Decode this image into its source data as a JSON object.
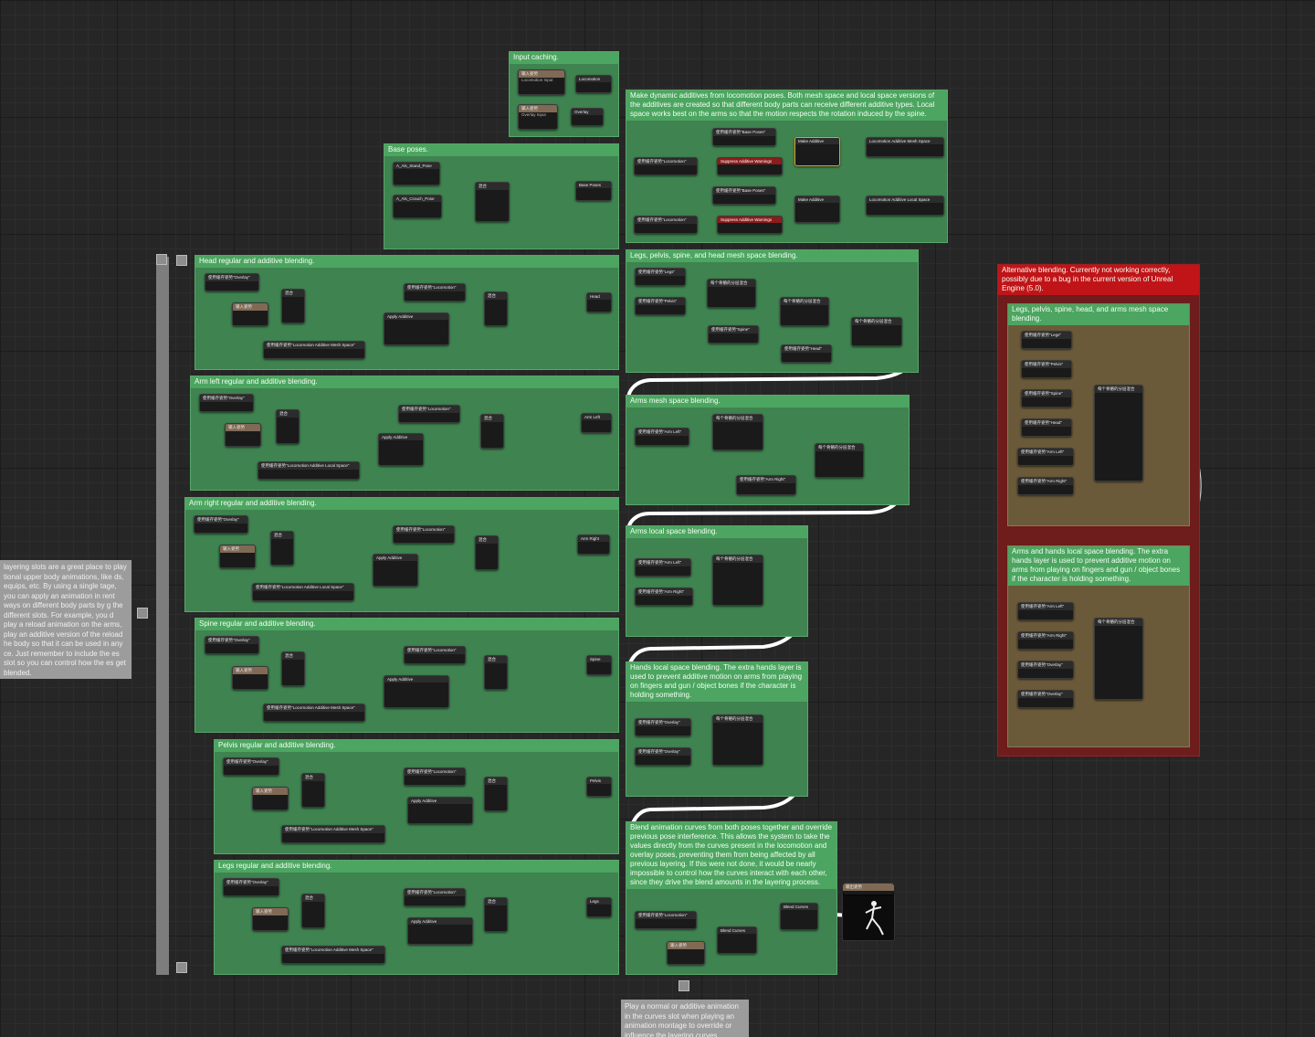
{
  "comments": {
    "input_caching": "Input caching.",
    "base_poses": "Base poses.",
    "make_dynamic": "Make dynamic additives from locomotion poses. Both mesh space and local space versions of the additives are created so that different body parts can receive different additive types. Local space works best on the arms so that the motion respects the rotation induced by the spine.",
    "head": "Head regular and additive blending.",
    "arm_left": "Arm left regular and additive blending.",
    "arm_right": "Arm right regular and additive blending.",
    "spine": "Spine regular and additive blending.",
    "pelvis": "Pelvis regular and additive blending.",
    "legs": "Legs regular and additive blending.",
    "legs_pelvis_spine_head": "Legs, pelvis, spine, and head mesh space blending.",
    "arms_mesh": "Arms mesh space blending.",
    "arms_local": "Arms local space blending.",
    "hands_local": "Hands local space blending. The extra hands layer is used to prevent additive motion on arms from playing on fingers and gun / object bones if the character is holding something.",
    "blend_curves": "Blend animation curves from both poses together and override previous pose interference. This allows the system to take the values directly from the curves present in the locomotion and overlay poses, preventing them from being affected by all previous layering. If this were not done, it would be nearly impossible to control how the curves interact with each other, since they drive the blend amounts in the layering process.",
    "alternative": "Alternative blending. Currently not working correctly, possibly due to a bug in the current version of Unreal Engine (5.0).",
    "alt_legs_pelvis": "Legs, pelvis, spine, head, and arms mesh space blending.",
    "alt_arms_hands": "Arms and hands local space blending. The extra hands layer is used to prevent additive motion on arms from playing on fingers and gun / object bones if the character is holding something."
  },
  "notes": {
    "left_note": "layering slots are a great place to play tional upper body animations, like ds, equips, etc. By using a single tage, you can apply an animation in rent ways on different body parts by g the different slots. For example, you d play a reload animation on the arms, play an additive version of the reload he body so that it can be used in any ce. Just remember to include the es slot so you can control how the es get blended.",
    "bottom_note": "Play a normal or additive animation in the curves slot when playing an animation montage to override or influence the layering curves."
  },
  "nodes": {
    "use_cached_overlay": "使用缓存姿势\"Overlay\"",
    "use_cached_locomotion": "使用缓存姿势\"Locomotion\"",
    "use_cached_loco_mesh": "使用缓存姿势\"Locomotion Additive Mesh Space\"",
    "use_cached_loco_local": "使用缓存姿势\"Locomotion Additive Local Space\"",
    "use_cached_base_poses": "使用缓存姿势\"Base Poses\"",
    "use_cached_legs": "使用缓存姿势\"Legs\"",
    "use_cached_pelvis": "使用缓存姿势\"Pelvis\"",
    "use_cached_spine": "使用缓存姿势\"Spine\"",
    "use_cached_head": "使用缓存姿势\"Head\"",
    "use_cached_arm_left": "使用缓存姿势\"Arm Left\"",
    "use_cached_arm_right": "使用缓存姿势\"Arm Right\"",
    "cache_locomotion": "Locomotion",
    "cache_overlay": "Overlay",
    "cache_base_poses": "Base Poses",
    "cache_loco_mesh": "Locomotion Additive Mesh Space",
    "cache_loco_local": "Locomotion Additive Local Space",
    "cache_head": "Head",
    "cache_arm_left": "Arm Left",
    "cache_arm_right": "Arm Right",
    "cache_spine": "Spine",
    "cache_pelvis": "Pelvis",
    "cache_legs": "Legs",
    "suppress": "Suppress Additive Warnings",
    "stand_pose": "A_Als_Stand_Pose",
    "crouch_pose": "A_Als_Crouch_Pose",
    "blend_curves": "Blend Curves",
    "make_additive": "Make Additive",
    "apply_additive": "Apply Additive",
    "layered_blend": "每个骨骼的分层混合",
    "blend": "混合",
    "slot": "输入姿势",
    "loco_input": "Locomotion Input",
    "overlay_input": "Overlay Input",
    "output": "输出姿势"
  }
}
